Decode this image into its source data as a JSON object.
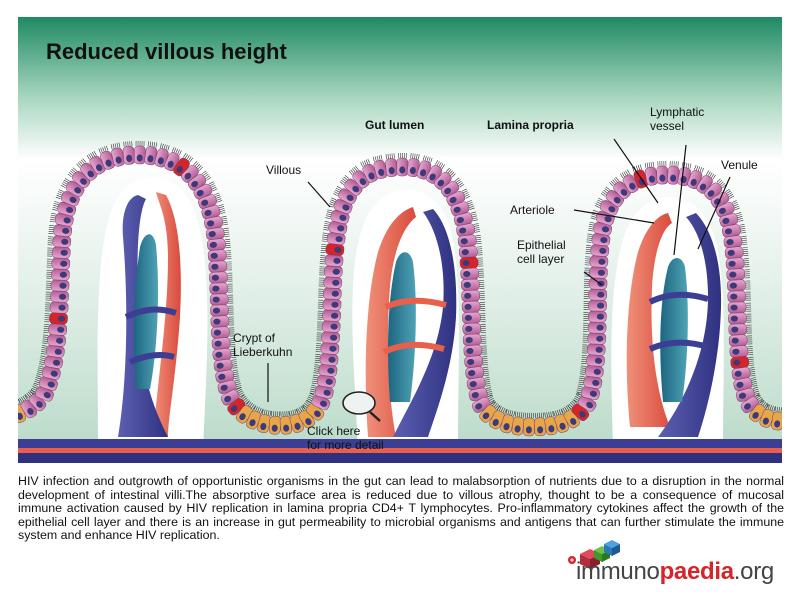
{
  "title": "Reduced villous height",
  "labels": {
    "gut_lumen": "Gut lumen",
    "lamina_propria": "Lamina propria",
    "lymphatic_vessel": "Lymphatic\nvessel",
    "venule": "Venule",
    "villous": "Villous",
    "arteriole": "Arteriole",
    "epithelial_cell_layer": "Epithelial\ncell layer",
    "crypt": "Crypt of\nLieberkuhn",
    "click_here": "Click here\nfor more detail"
  },
  "caption": "HIV infection and outgrowth of opportunistic organisms in the gut can lead to malabsorption of nutrients due to a disruption in the normal development of intestinal villi.The absorptive surface area is reduced due to villous atrophy, thought to be a consequence of mucosal immune activation caused by HIV replication in lamina propria CD4+ T lymphocytes. Pro-inflammatory cytokines affect the growth of the epithelial cell layer and there is an increase in gut permeability to microbial organisms and antigens that can further stimulate the immune system and enhance HIV replication.",
  "logo": {
    "part1": "immuno",
    "part2": "paedia",
    "part3": ".org"
  },
  "colors": {
    "background_top": "#1f8a63",
    "background_mid": "#8cc3a6",
    "epithelium": "#c56fa5",
    "nucleus": "#3d3a7a",
    "arteriole": "#e8604c",
    "venule": "#3b3e93",
    "lymphatic": "#2a7d94",
    "accent_red": "#d5242a"
  }
}
